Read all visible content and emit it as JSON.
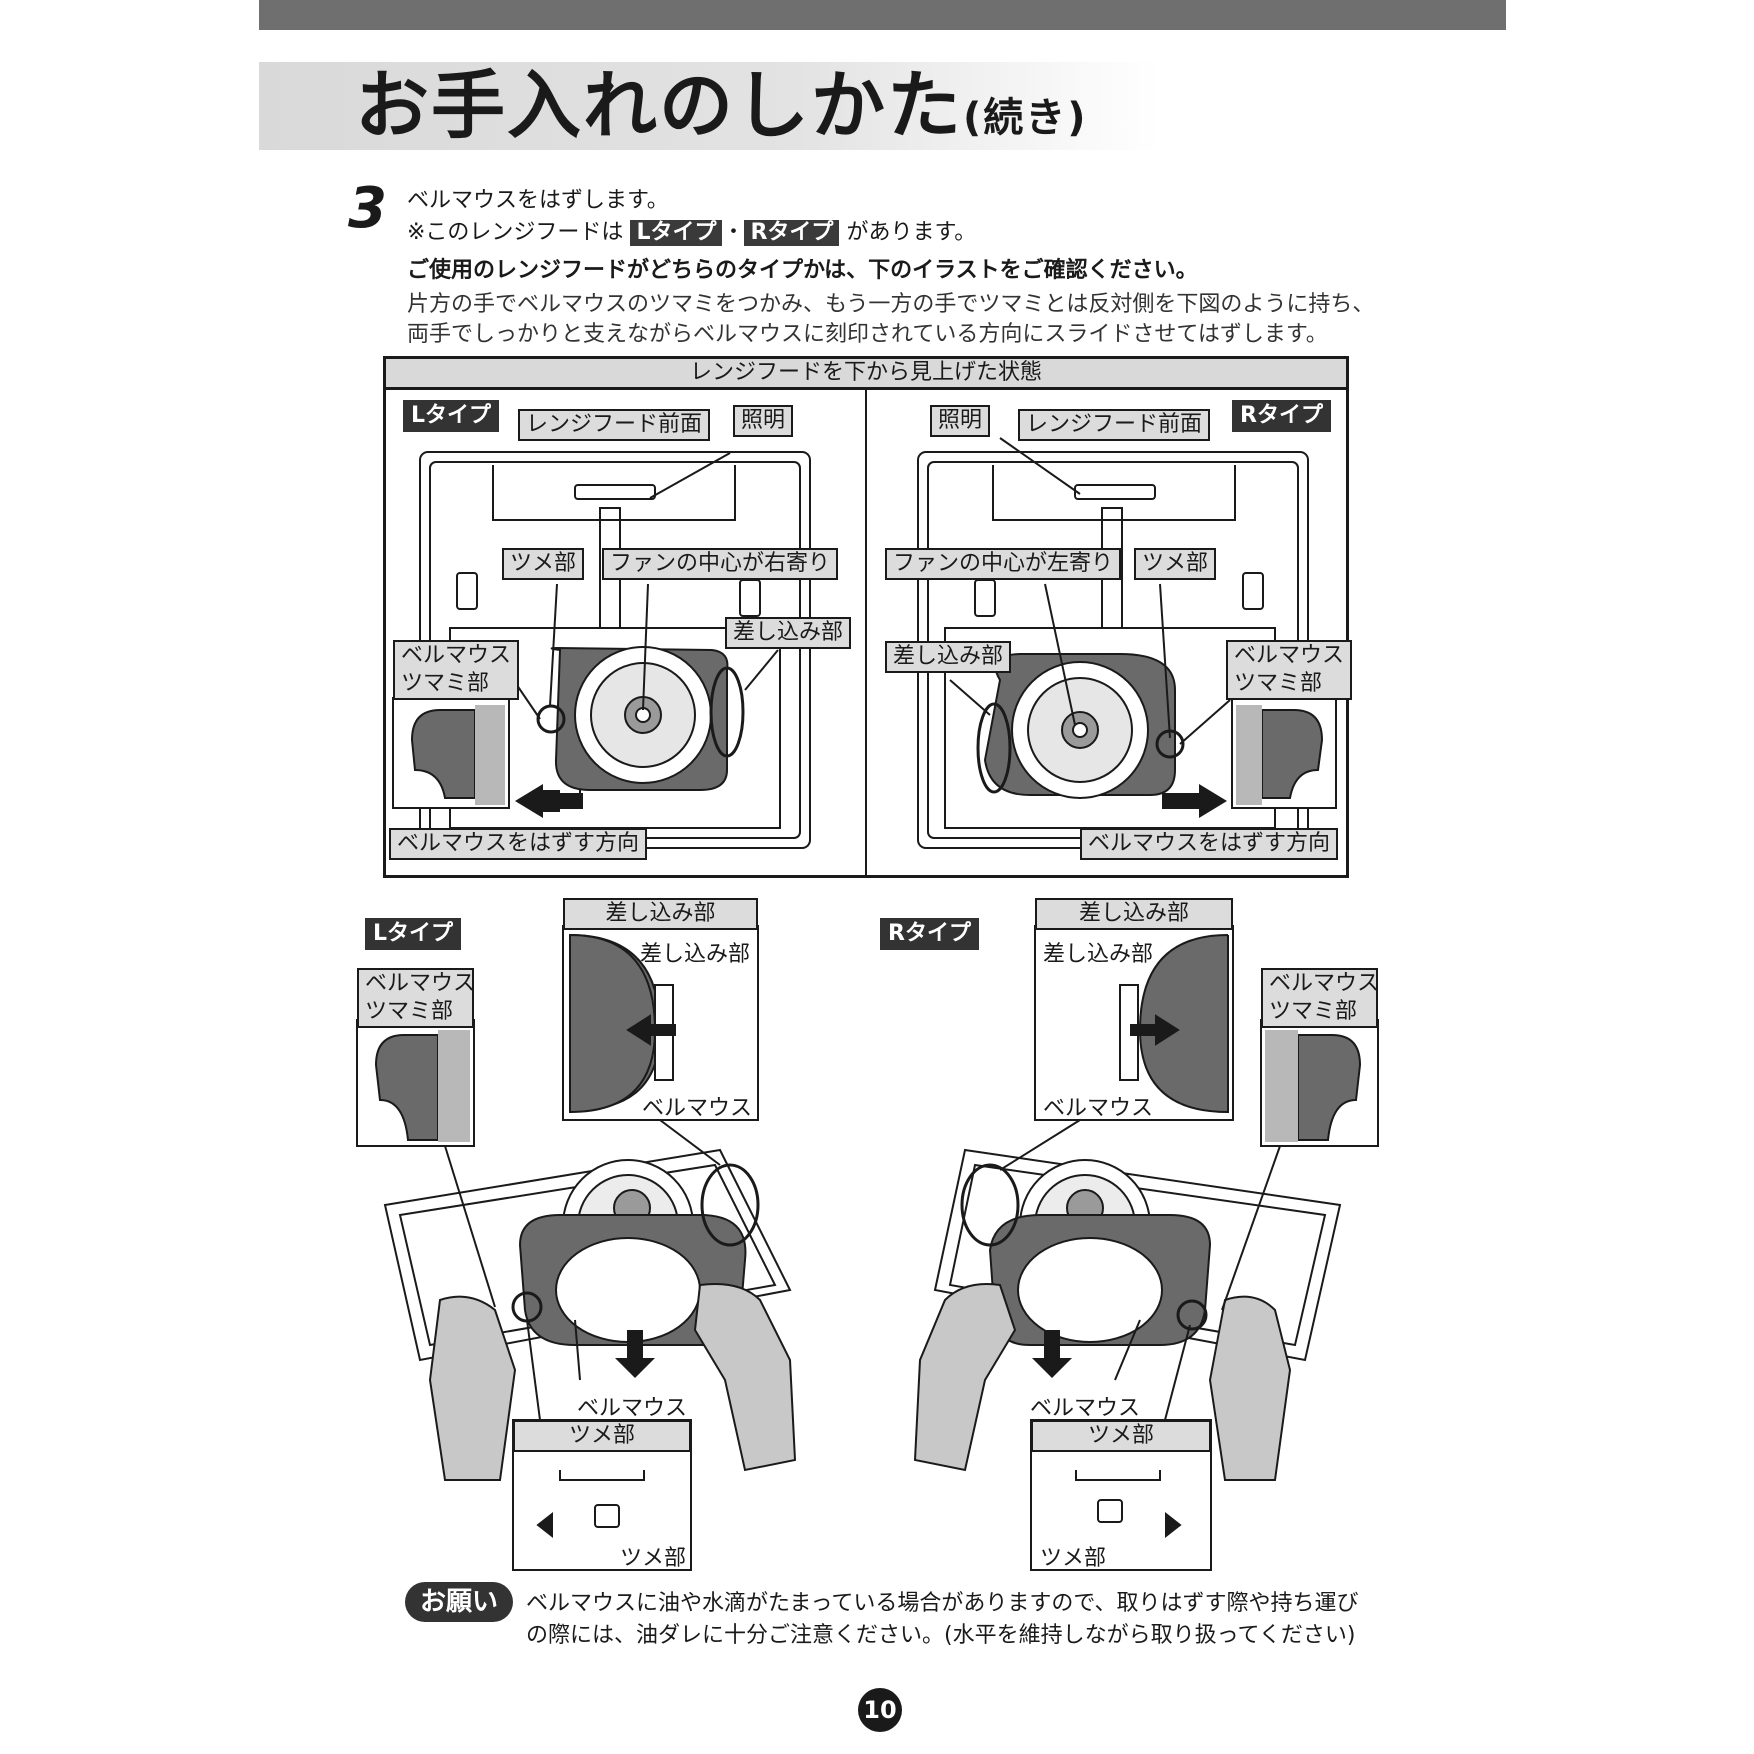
{
  "header": {
    "title": "お手入れのしかた",
    "title_suffix": "(続き)"
  },
  "step": {
    "number": "3",
    "line1": "ベルマウスをはずします。",
    "line2_prefix": "※このレンジフードは",
    "type_l": "Lタイプ",
    "separator": "・",
    "type_r": "Rタイプ",
    "line2_suffix": "があります。",
    "line3": "ご使用のレンジフードがどちらのタイプかは、下のイラストをご確認ください。",
    "line4": "片方の手でベルマウスのツマミをつかみ、もう一方の手でツマミとは反対側を下図のように持ち、",
    "line5": "両手でしっかりと支えながらベルマウスに刻印されている方向にスライドさせてはずします。"
  },
  "panel": {
    "heading": "レンジフードを下から見上げた状態",
    "left": {
      "type": "Lタイプ",
      "front": "レンジフード前面",
      "light": "照明",
      "claw": "ツメ部",
      "fan_center": "ファンの中心が右寄り",
      "insert": "差し込み部",
      "knob_1": "ベルマウス",
      "knob_2": "ツマミ部",
      "direction": "ベルマウスをはずす方向"
    },
    "right": {
      "type": "Rタイプ",
      "front": "レンジフード前面",
      "light": "照明",
      "claw": "ツメ部",
      "fan_center": "ファンの中心が左寄り",
      "insert": "差し込み部",
      "knob_1": "ベルマウス",
      "knob_2": "ツマミ部",
      "direction": "ベルマウスをはずす方向"
    }
  },
  "lower": {
    "left": {
      "type": "Lタイプ",
      "insert_heading": "差し込み部",
      "insert_label": "差し込み部",
      "bellmouth_detail": "ベルマウス",
      "knob_1": "ベルマウス",
      "knob_2": "ツマミ部",
      "bellmouth": "ベルマウス",
      "claw_heading": "ツメ部",
      "claw_label": "ツメ部"
    },
    "right": {
      "type": "Rタイプ",
      "insert_heading": "差し込み部",
      "insert_label": "差し込み部",
      "bellmouth_detail": "ベルマウス",
      "knob_1": "ベルマウス",
      "knob_2": "ツマミ部",
      "bellmouth": "ベルマウス",
      "claw_heading": "ツメ部",
      "claw_label": "ツメ部"
    }
  },
  "notice": {
    "badge": "お願い",
    "line1": "ベルマウスに油や水滴がたまっている場合がありますので、取りはずす際や持ち運び",
    "line2": "の際には、油ダレに十分ご注意ください。(水平を維持しながら取り扱ってください)"
  },
  "page_number": "10",
  "colors": {
    "ink": "#1a1a1a",
    "band": "#d9d9d9",
    "bellmouth": "#6a6a6a",
    "hand": "#c8c8c8"
  }
}
